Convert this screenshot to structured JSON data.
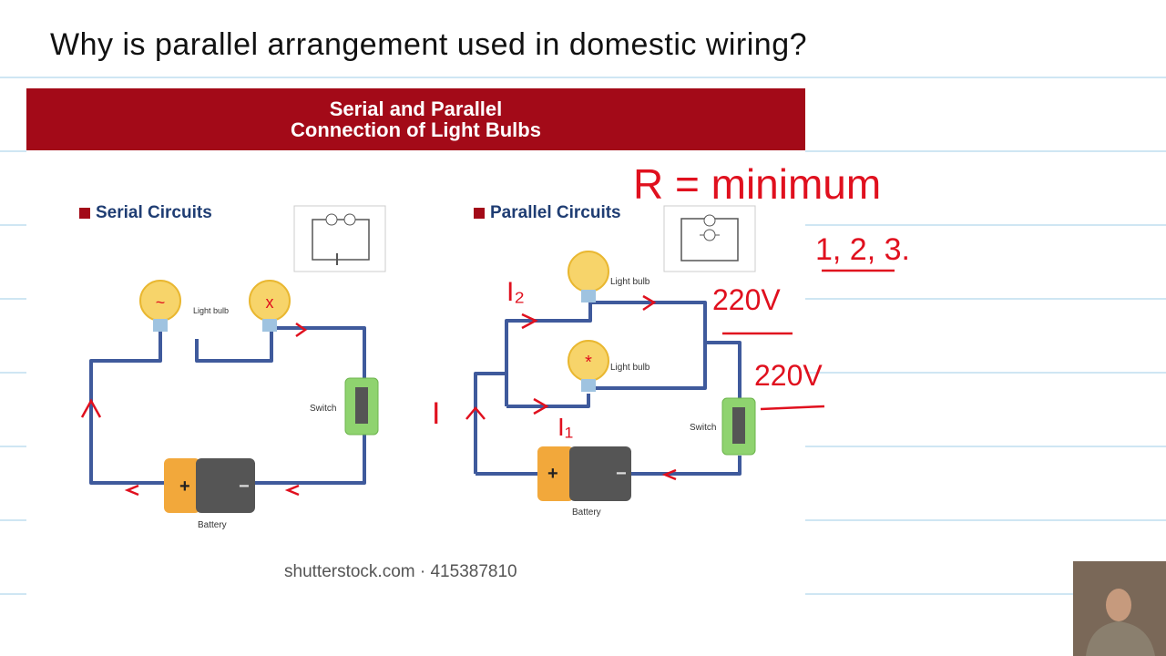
{
  "question": "Why is parallel arrangement used in domestic wiring?",
  "banner": {
    "line1": "Serial and Parallel",
    "line2": "Connection of Light Bulbs"
  },
  "serial": {
    "title": "Serial Circuits",
    "bulb_label": "Light bulb",
    "switch_label": "Switch",
    "battery_label": "Battery",
    "plus": "+",
    "minus": "−"
  },
  "parallel": {
    "title": "Parallel Circuits",
    "bulb1_label": "Light bulb",
    "bulb2_label": "Light bulb",
    "switch_label": "Switch",
    "battery_label": "Battery",
    "plus": "+",
    "minus": "−"
  },
  "watermark": "shutterstock.com · 415387810",
  "annotations": {
    "r_min": "R = minimum",
    "list": "1, 2, 3.",
    "volt1": "220V",
    "volt2": "220V",
    "i_total": "I",
    "i2": "I₂",
    "i1": "I₁"
  },
  "colors": {
    "banner": "#a30a18",
    "ink": "#e0101e",
    "wire": "#3f5a9c"
  }
}
